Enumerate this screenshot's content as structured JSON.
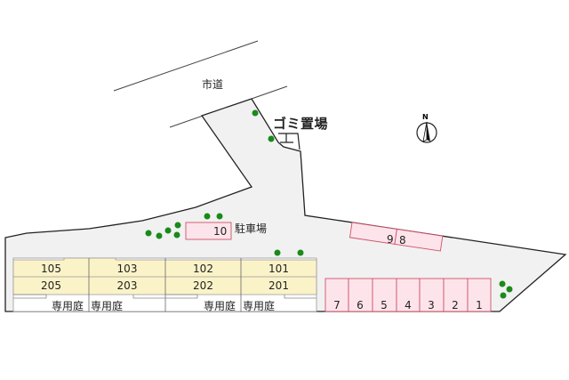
{
  "map": {
    "road_label": "市道",
    "garbage_area_label": "ゴミ置場",
    "parking_label": "駐車場",
    "north_label": "N",
    "colors": {
      "lot_fill": "#f1f1f1",
      "outline": "#222222",
      "building_fill": "#fbf3c8",
      "building_border": "#999999",
      "stall_fill": "#fde4ea",
      "stall_border": "#d0506a",
      "tree": "#1a8a1a"
    },
    "building": {
      "columns": [
        {
          "upper": "105",
          "lower": "205"
        },
        {
          "upper": "103",
          "lower": "203"
        },
        {
          "upper": "102",
          "lower": "202"
        },
        {
          "upper": "101",
          "lower": "201"
        }
      ],
      "private_gardens": [
        "専用庭",
        "専用庭",
        "専用庭",
        "専用庭"
      ]
    },
    "parking_stalls": {
      "row": [
        "7",
        "6",
        "5",
        "4",
        "3",
        "2",
        "1"
      ],
      "angled": [
        "9",
        "8"
      ],
      "single": "10"
    }
  }
}
